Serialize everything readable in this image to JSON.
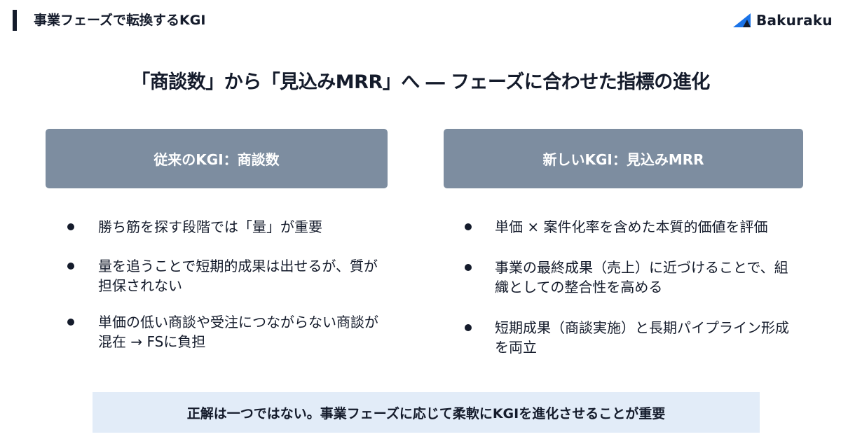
{
  "header": {
    "title": "事業フェーズで転換するKGI",
    "logo": {
      "icon": "bakuraku-triangle-logo",
      "text": "Bakuraku",
      "accent_color": "#1a73e8"
    }
  },
  "main": {
    "title": "「商談数」から「見込みMRR」へ ― フェーズに合わせた指標の進化"
  },
  "columns": [
    {
      "header": "従来のKGI：商談数",
      "bullets": [
        "勝ち筋を探す段階では「量」が重要",
        "量を追うことで短期的成果は出せるが、質が担保されない",
        "単価の低い商談や受注につながらない商談が混在 → FSに負担"
      ]
    },
    {
      "header": "新しいKGI：見込みMRR",
      "bullets": [
        "単価 × 案件化率を含めた本質的価値を評価",
        "事業の最終成果（売上）に近づけることで、組織としての整合性を高める",
        "短期成果（商談実施）と長期パイプライン形成を両立"
      ]
    }
  ],
  "footer": {
    "message": "正解は一つではない。事業フェーズに応じて柔軟にKGIを進化させることが重要"
  },
  "colors": {
    "text": "#141b2b",
    "column_header_bg": "#7d8da0",
    "footer_bg": "#e2ecf8"
  }
}
